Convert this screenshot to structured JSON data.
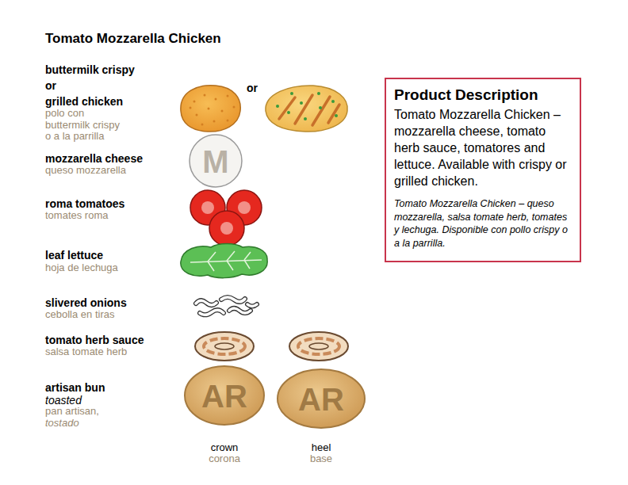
{
  "diagram": {
    "title": "Tomato Mozzarella Chicken",
    "nodes": [
      {
        "text": [
          "Product Description",
          "Tomato Mozzarella Chicken – mozzarella cheese, tomato herb sauce, tomatores and lettuce. Available with crispy or grilled chicken.",
          "Tomato Mozzarella Chicken – queso mozzarella, salsa tomate herb, tomates y lechuga. Disponible con pollo crispy o a la parrilla."
        ]
      }
    ],
    "labels": [
      "buttermilk crispy",
      "or",
      "grilled chicken",
      "polo con buttermilk crispy o a la parrilla",
      "or",
      "mozzarella cheese",
      "queso mozzarella",
      "M",
      "roma tomatoes",
      "tomates roma",
      "leaf lettuce",
      "hoja de lechuga",
      "slivered onions",
      "cebolla en tiras",
      "tomato herb sauce",
      "salsa tomate herb",
      "artisan bun",
      "toasted",
      "pan artisan,",
      "tostado",
      "AR",
      "AR",
      "crown",
      "corona",
      "heel",
      "base"
    ]
  }
}
